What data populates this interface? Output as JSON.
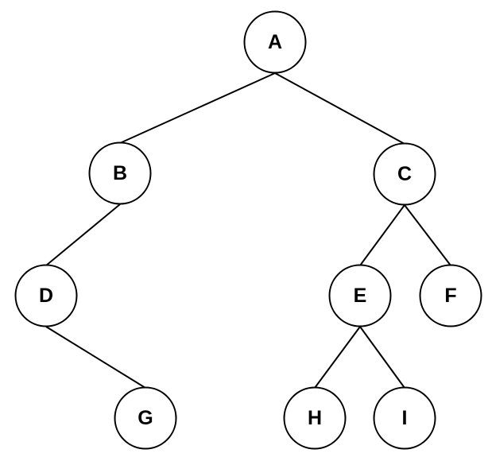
{
  "tree": {
    "nodes": [
      {
        "id": "A",
        "label": "A"
      },
      {
        "id": "B",
        "label": "B"
      },
      {
        "id": "C",
        "label": "C"
      },
      {
        "id": "D",
        "label": "D"
      },
      {
        "id": "E",
        "label": "E"
      },
      {
        "id": "F",
        "label": "F"
      },
      {
        "id": "G",
        "label": "G"
      },
      {
        "id": "H",
        "label": "H"
      },
      {
        "id": "I",
        "label": "I"
      }
    ],
    "edges": [
      {
        "from": "A",
        "to": "B"
      },
      {
        "from": "A",
        "to": "C"
      },
      {
        "from": "B",
        "to": "D"
      },
      {
        "from": "D",
        "to": "G"
      },
      {
        "from": "C",
        "to": "E"
      },
      {
        "from": "C",
        "to": "F"
      },
      {
        "from": "E",
        "to": "H"
      },
      {
        "from": "E",
        "to": "I"
      }
    ]
  },
  "colors": {
    "stroke": "#000000",
    "fill": "#ffffff",
    "text": "#000000"
  }
}
